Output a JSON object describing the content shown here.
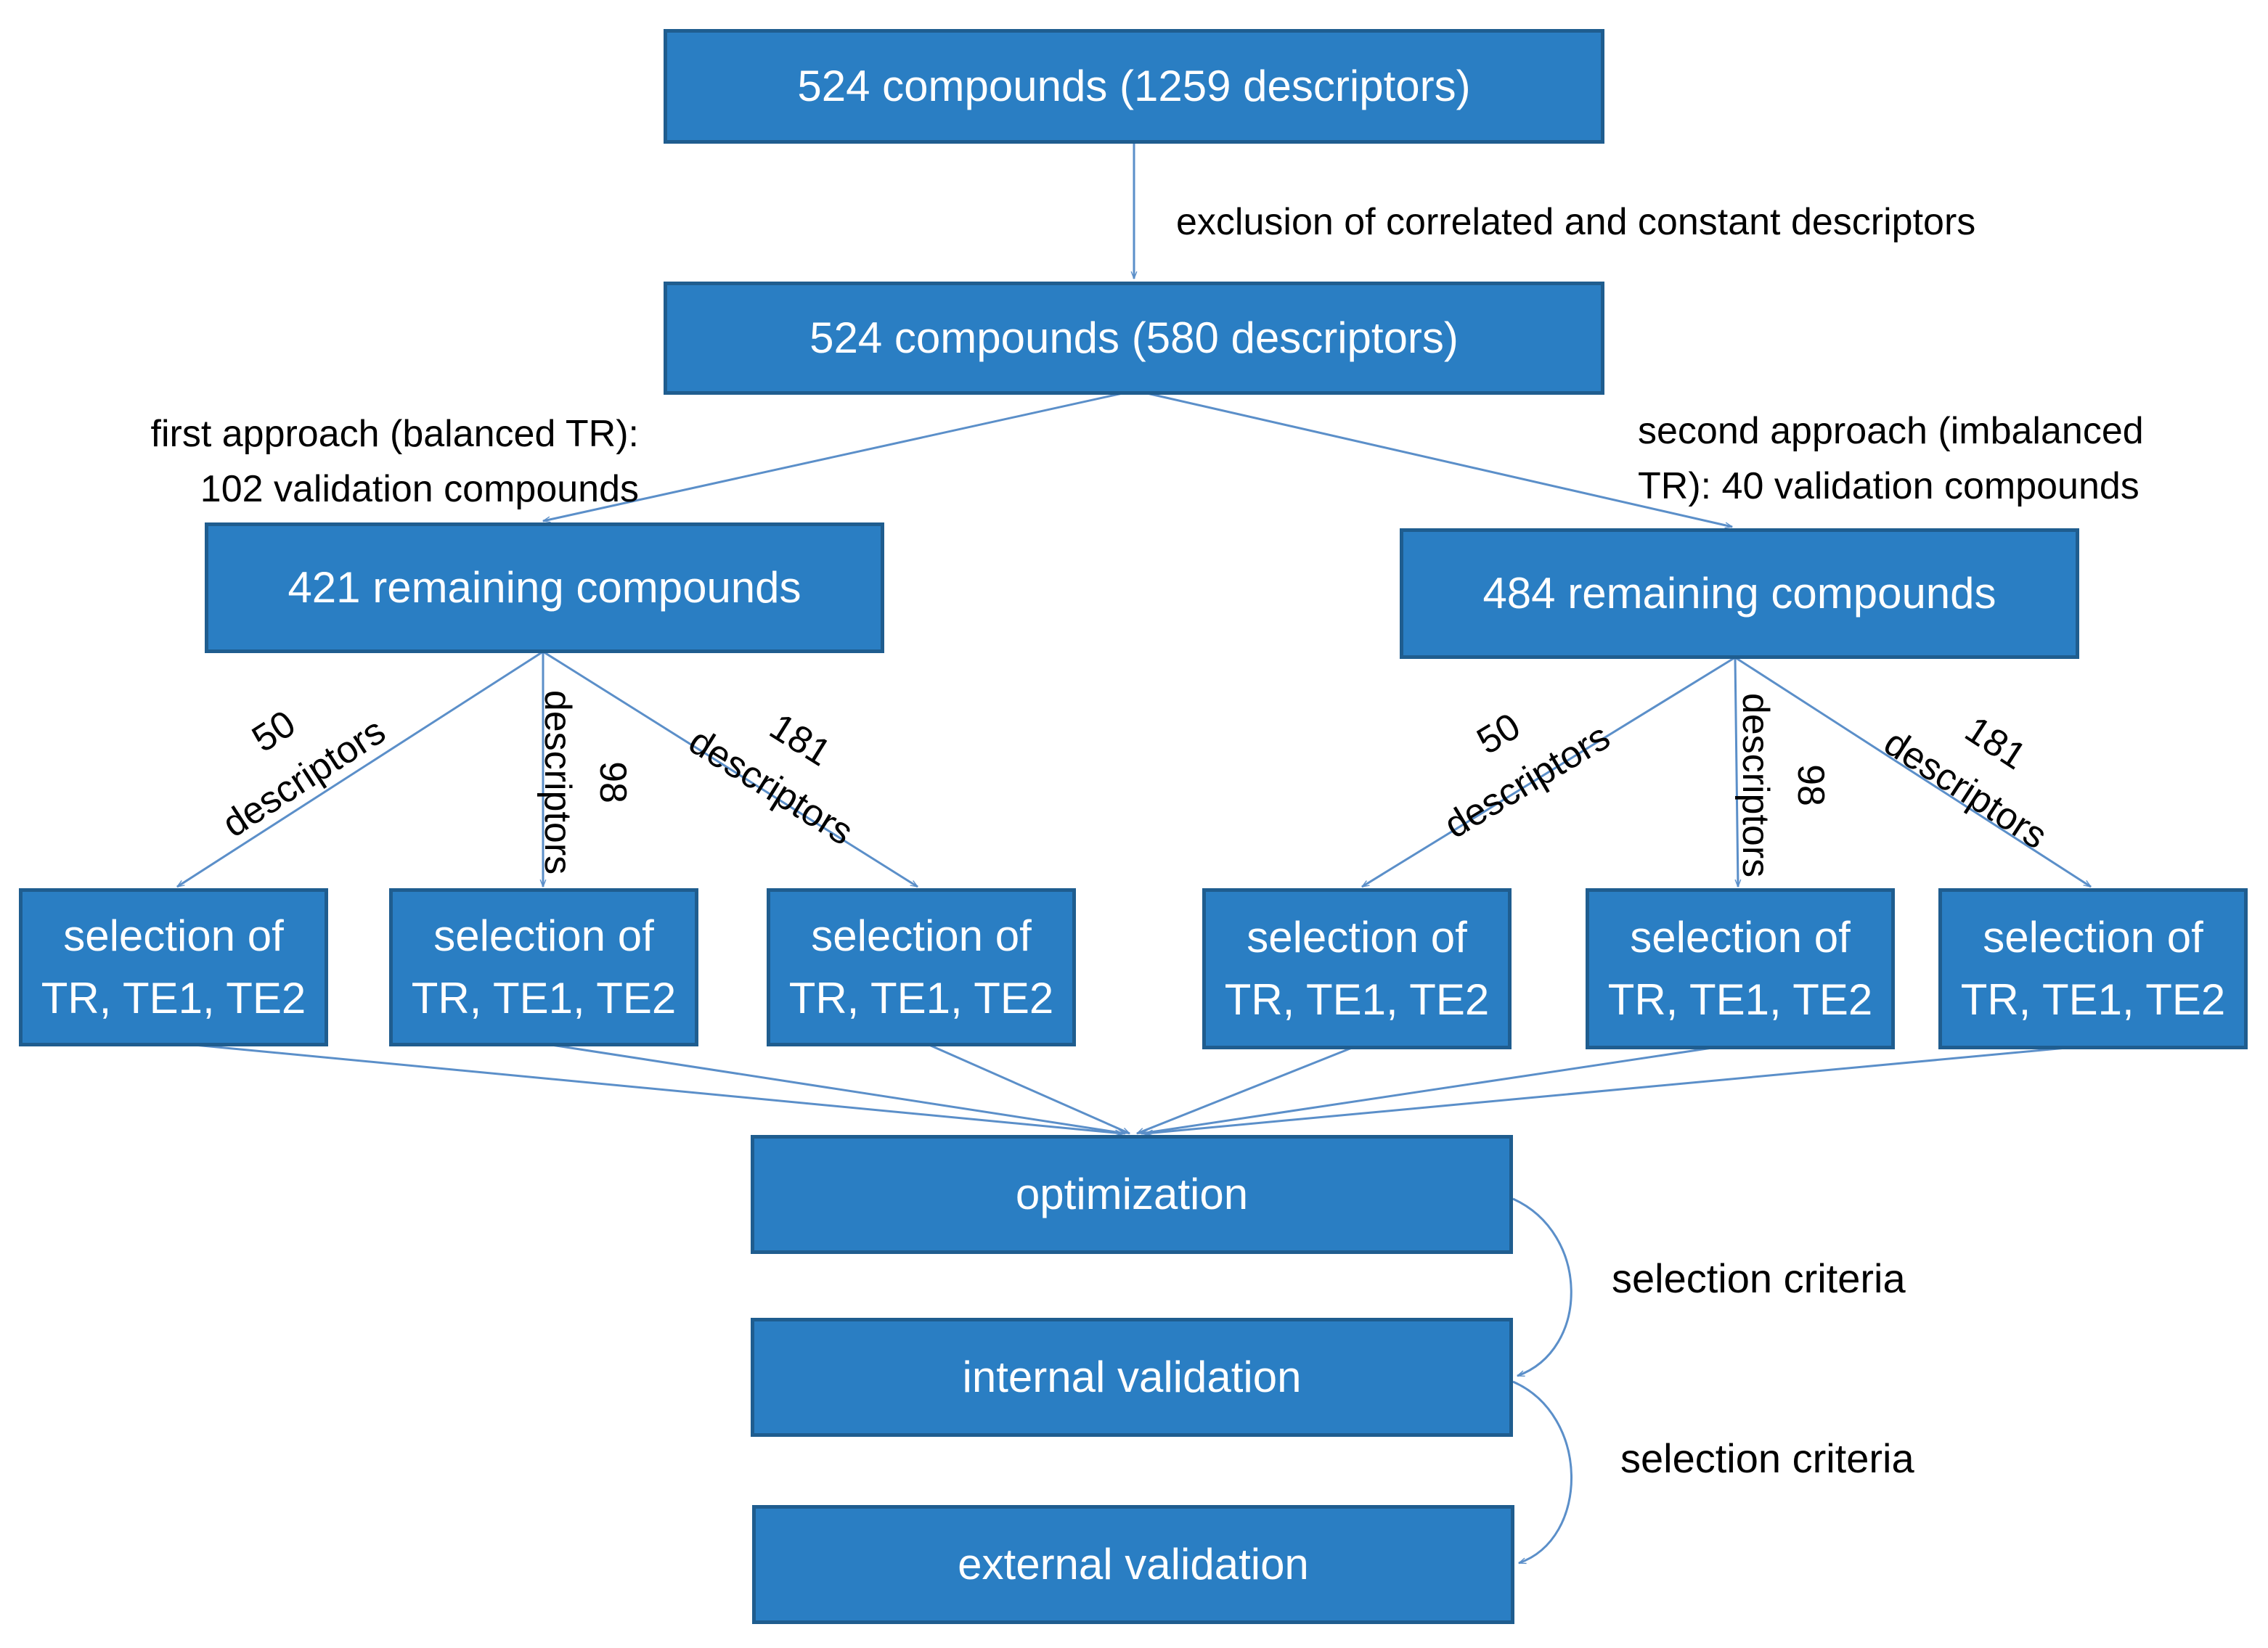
{
  "palette": {
    "box_fill": "#2a7ec3",
    "box_border": "#1f5d8f",
    "box_text": "#ffffff",
    "arrow": "#5b8fc9",
    "label_text": "#000000"
  },
  "nodes": {
    "start": "524 compounds  (1259 descriptors)",
    "filtered": "524 compounds  (580 descriptors)",
    "remaining_first": "421 remaining compounds",
    "remaining_second": "484 remaining compounds",
    "selection": "selection of\nTR, TE1, TE2",
    "optimization": "optimization",
    "internal_validation": "internal validation",
    "external_validation": "external validation"
  },
  "edge_labels": {
    "exclusion": "exclusion of correlated and constant descriptors",
    "first_approach": "first approach (balanced TR):\n102 validation compounds",
    "second_approach": "second approach (imbalanced\nTR): 40 validation compounds",
    "desc_50": "50\ndescriptors",
    "desc_98": "98\ndescriptors",
    "desc_181": "181\ndescriptors",
    "selection_criteria": "selection  criteria"
  }
}
